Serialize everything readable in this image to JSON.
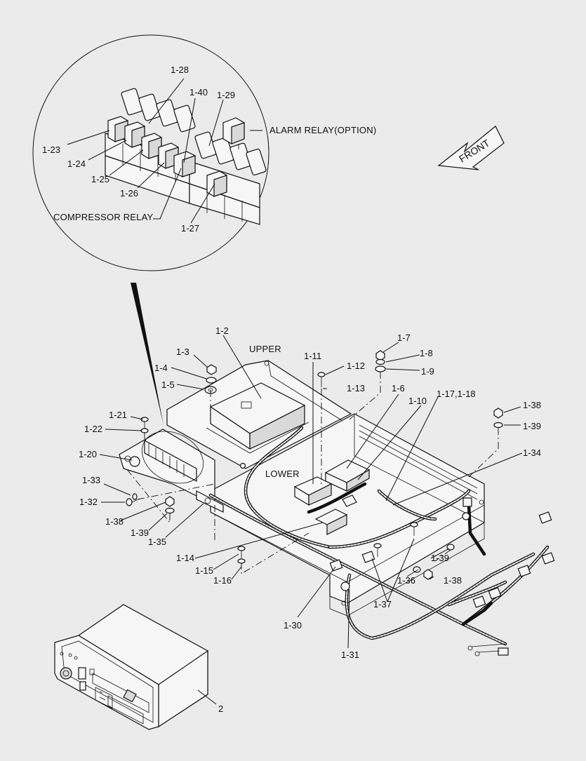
{
  "diagram": {
    "arrow_label": "FRONT",
    "callouts": {
      "alarm_relay": "ALARM RELAY(OPTION)",
      "compressor_relay": "COMPRESSOR RELAY",
      "upper": "UPPER",
      "lower": "LOWER"
    },
    "part_numbers": {
      "p1_2": "1-2",
      "p1_3": "1-3",
      "p1_4": "1-4",
      "p1_5": "1-5",
      "p1_6": "1-6",
      "p1_7": "1-7",
      "p1_8": "1-8",
      "p1_9": "1-9",
      "p1_10": "1-10",
      "p1_11": "1-11",
      "p1_12": "1-12",
      "p1_13": "1-13",
      "p1_14": "1-14",
      "p1_15": "1-15",
      "p1_16": "1-16",
      "p1_17_18": "1-17,1-18",
      "p1_20": "1-20",
      "p1_21": "1-21",
      "p1_22": "1-22",
      "p1_23": "1-23",
      "p1_24": "1-24",
      "p1_25": "1-25",
      "p1_26": "1-26",
      "p1_27": "1-27",
      "p1_28": "1-28",
      "p1_29": "1-29",
      "p1_40": "1-40",
      "p1_30": "1-30",
      "p1_31": "1-31",
      "p1_32": "1-32",
      "p1_33": "1-33",
      "p1_34": "1-34",
      "p1_35": "1-35",
      "p1_36": "1-36",
      "p1_37": "1-37",
      "p1_38_a": "1-38",
      "p1_38_b": "1-38",
      "p1_38_c": "1-38",
      "p1_39_a": "1-39",
      "p1_39_b": "1-39",
      "p1_39_c": "1-39",
      "p2": "2"
    }
  }
}
